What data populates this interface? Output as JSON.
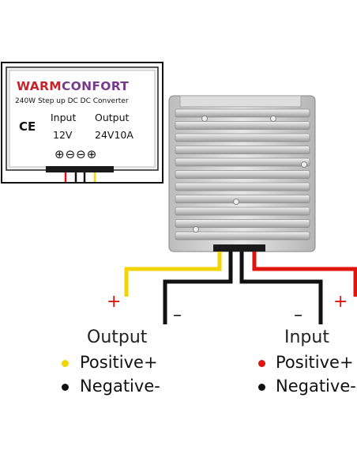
{
  "label": {
    "brand_part1": "WARM",
    "brand_part2": "CONFORT",
    "subtitle": "240W  Step up DC DC Converter",
    "ce_mark": "CE",
    "input_heading": "Input",
    "output_heading": "Output",
    "input_value": "12V",
    "output_value": "24V10A",
    "terminal_symbols": "⊕⊖⊖⊕"
  },
  "wires": {
    "output_plus_sign": "+",
    "output_minus_sign": "–",
    "input_minus_sign": "–",
    "input_plus_sign": "+"
  },
  "legend": {
    "output_title": "Output",
    "input_title": "Input",
    "output_items": [
      {
        "text": "Positive+",
        "color": "#f2d400"
      },
      {
        "text": "Negative-",
        "color": "#111111"
      }
    ],
    "input_items": [
      {
        "text": "Positive+",
        "color": "#e0140e"
      },
      {
        "text": "Negative-",
        "color": "#111111"
      }
    ]
  },
  "colors": {
    "red_wire": "#e0140e",
    "yellow_wire": "#f2d400",
    "black_wire": "#111111",
    "plus_sign_red": "#e0140e"
  }
}
